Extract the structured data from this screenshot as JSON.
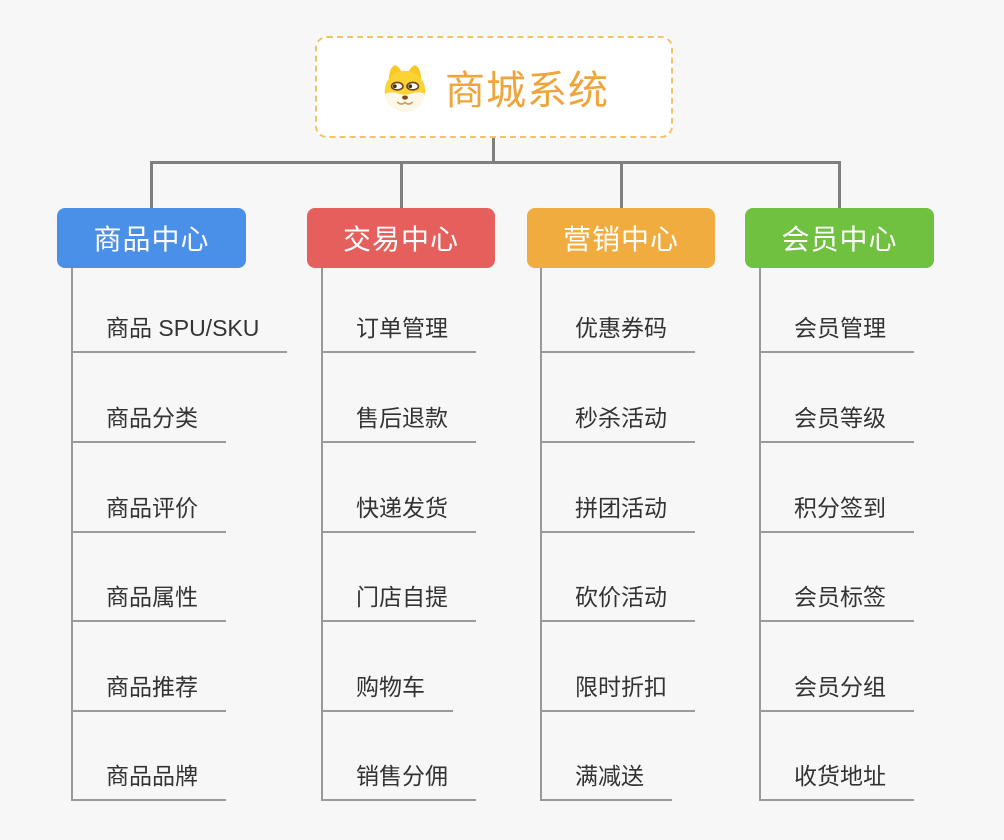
{
  "page": {
    "background": "#f7f7f7",
    "connector_color": "#7f7f7f",
    "underline_color": "#9a9a9a"
  },
  "root": {
    "title": "商城系统",
    "icon": "dog-face-icon",
    "text_color": "#efa43c",
    "border_color": "#f3c36a"
  },
  "branches": [
    {
      "label": "商品中心",
      "color": "#4a8fe8",
      "items": [
        "商品 SPU/SKU",
        "商品分类",
        "商品评价",
        "商品属性",
        "商品推荐",
        "商品品牌"
      ]
    },
    {
      "label": "交易中心",
      "color": "#e5605c",
      "items": [
        "订单管理",
        "售后退款",
        "快递发货",
        "门店自提",
        "购物车",
        "销售分佣"
      ]
    },
    {
      "label": "营销中心",
      "color": "#f0ac3e",
      "items": [
        "优惠券码",
        "秒杀活动",
        "拼团活动",
        "砍价活动",
        "限时折扣",
        "满减送"
      ]
    },
    {
      "label": "会员中心",
      "color": "#6fc13f",
      "items": [
        "会员管理",
        "会员等级",
        "积分签到",
        "会员标签",
        "会员分组",
        "收货地址"
      ]
    }
  ]
}
